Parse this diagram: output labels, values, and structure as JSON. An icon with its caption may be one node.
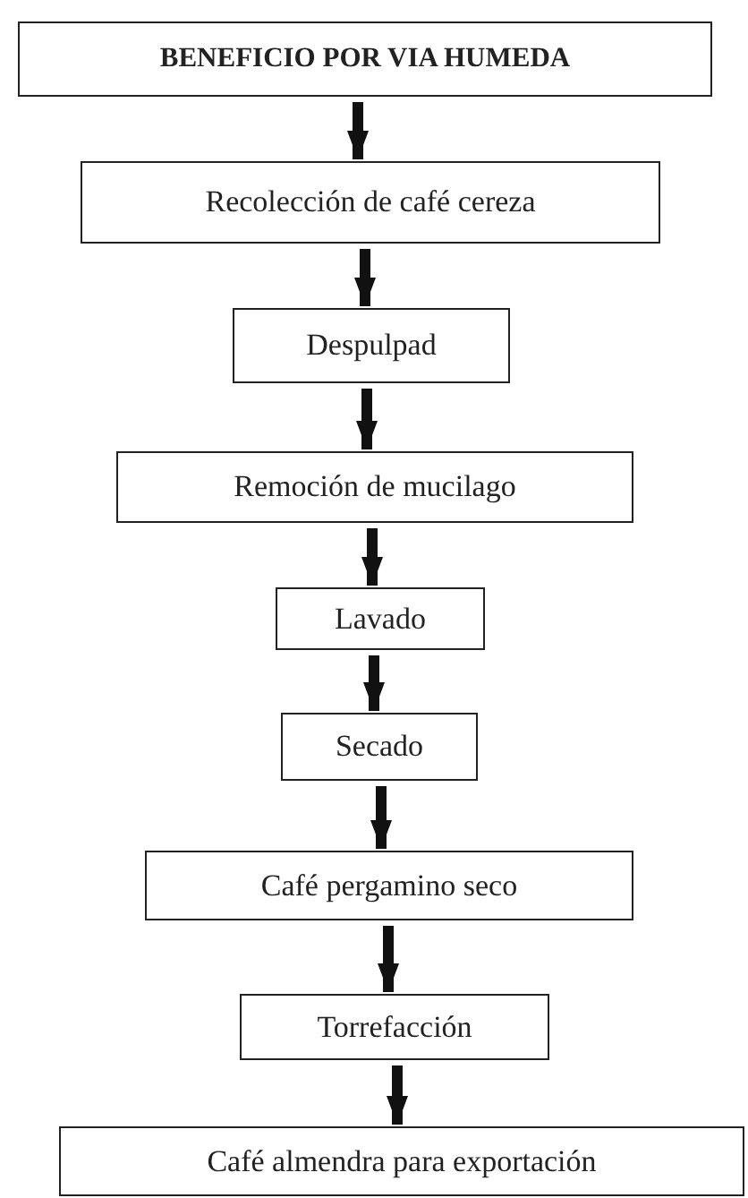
{
  "diagram": {
    "nodes": [
      {
        "text": [
          "BENEFICIO POR VIA HUMEDA"
        ]
      },
      {
        "text": [
          "Recolección de café cereza"
        ]
      },
      {
        "text": [
          "Despulpad"
        ]
      },
      {
        "text": [
          "Remoción de mucilago"
        ]
      },
      {
        "text": [
          "Lavado"
        ]
      },
      {
        "text": [
          "Secado"
        ]
      },
      {
        "text": [
          "Café pergamino seco"
        ]
      },
      {
        "text": [
          "Torrefacción"
        ]
      },
      {
        "text": [
          "Café almendra para exportación"
        ]
      }
    ],
    "edges": [
      {
        "from": 0,
        "to": 1,
        "arrow": "to"
      },
      {
        "from": 1,
        "to": 2,
        "arrow": "to"
      },
      {
        "from": 2,
        "to": 3,
        "arrow": "to"
      },
      {
        "from": 3,
        "to": 4,
        "arrow": "to"
      },
      {
        "from": 4,
        "to": 5,
        "arrow": "to"
      },
      {
        "from": 5,
        "to": 6,
        "arrow": "to"
      },
      {
        "from": 6,
        "to": 7,
        "arrow": "to"
      },
      {
        "from": 7,
        "to": 8,
        "arrow": "to"
      }
    ]
  }
}
